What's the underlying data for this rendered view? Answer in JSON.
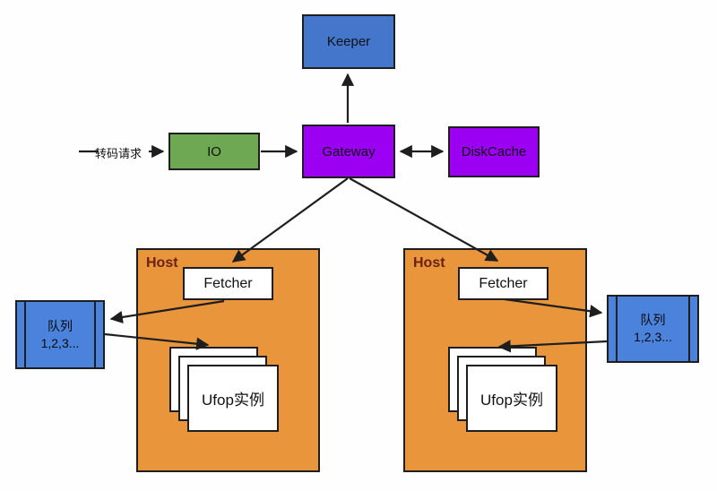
{
  "diagram": {
    "request_label": "转码请求",
    "nodes": {
      "keeper": {
        "label": "Keeper"
      },
      "gateway": {
        "label": "Gateway"
      },
      "diskcache": {
        "label": "DiskCache"
      },
      "io": {
        "label": "IO"
      }
    },
    "hosts": [
      {
        "label": "Host",
        "fetcher_label": "Fetcher",
        "ufop_label": "Ufop实例"
      },
      {
        "label": "Host",
        "fetcher_label": "Fetcher",
        "ufop_label": "Ufop实例"
      }
    ],
    "queues": [
      {
        "title": "队列",
        "items": "1,2,3..."
      },
      {
        "title": "队列",
        "items": "1,2,3..."
      }
    ],
    "edges": [
      {
        "from": "transcode-request",
        "to": "io"
      },
      {
        "from": "io",
        "to": "gateway"
      },
      {
        "from": "gateway",
        "to": "keeper"
      },
      {
        "from": "gateway",
        "to": "diskcache",
        "bidirectional": true
      },
      {
        "from": "gateway",
        "to": "fetcher-left"
      },
      {
        "from": "gateway",
        "to": "fetcher-right"
      },
      {
        "from": "fetcher-left",
        "to": "queue-left"
      },
      {
        "from": "queue-left",
        "to": "ufop-stack-left"
      },
      {
        "from": "fetcher-right",
        "to": "queue-right"
      },
      {
        "from": "queue-right",
        "to": "ufop-stack-right"
      }
    ],
    "colors": {
      "keeper_blue": "#4477cc",
      "queue_blue": "#4a82dc",
      "node_purple": "#9b00f2",
      "io_green": "#6fa853",
      "host_orange": "#e8953c",
      "host_label_color": "#6b2212",
      "line_color": "#1e1e1e"
    }
  }
}
